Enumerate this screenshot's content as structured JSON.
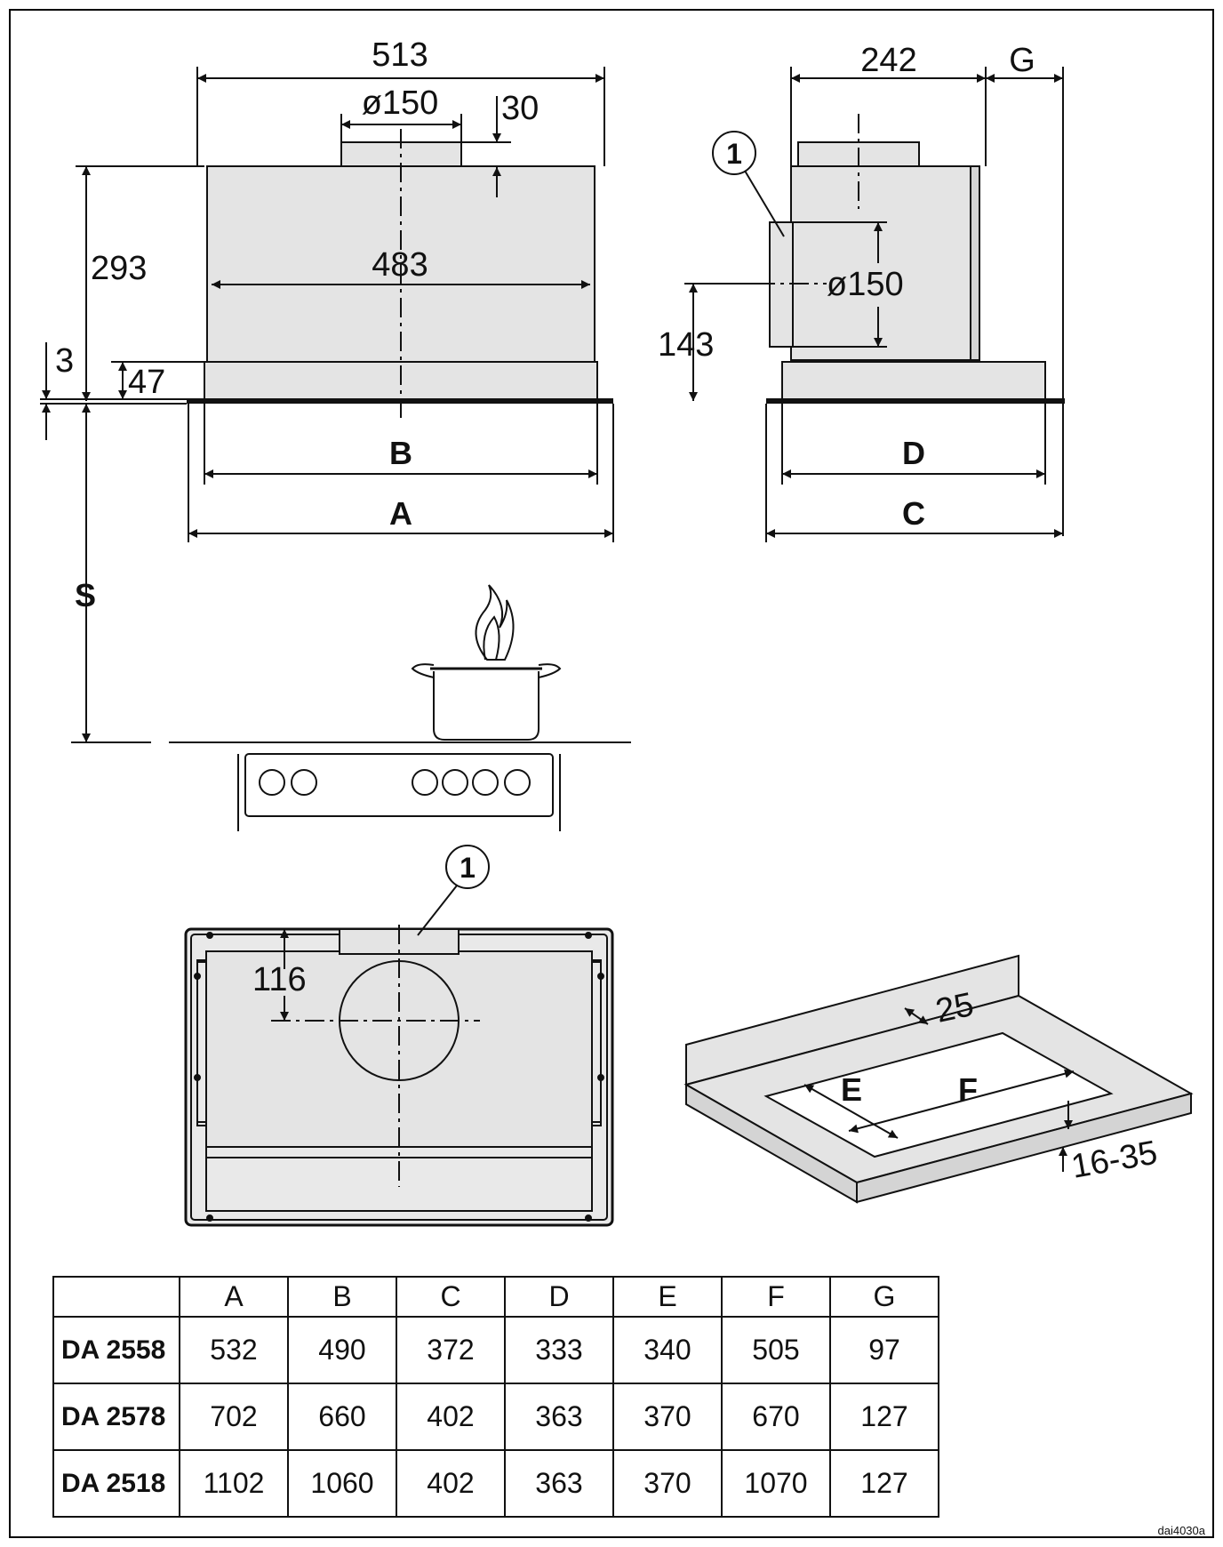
{
  "front_view": {
    "width_label": "513",
    "duct_diameter_label": "ø150",
    "duct_height_label": "30",
    "height_label": "293",
    "inner_width_label": "483",
    "trim_label": "3",
    "lower_part_label": "47",
    "letter_b": "B",
    "letter_a": "A",
    "letter_s": "S"
  },
  "side_view": {
    "depth_label": "242",
    "letter_g": "G",
    "callout_1": "1",
    "duct_diameter_label": "ø150",
    "height_label": "143",
    "letter_d": "D",
    "letter_c": "C"
  },
  "top_view": {
    "callout_1": "1",
    "offset_label": "116"
  },
  "cutout_view": {
    "margin_label": "25",
    "letter_e": "E",
    "letter_f": "F",
    "thickness_label": "16-35"
  },
  "table": {
    "columns": [
      "",
      "A",
      "B",
      "C",
      "D",
      "E",
      "F",
      "G"
    ],
    "rows": [
      {
        "model": "DA 2558",
        "values": [
          "532",
          "490",
          "372",
          "333",
          "340",
          "505",
          "97"
        ]
      },
      {
        "model": "DA 2578",
        "values": [
          "702",
          "660",
          "402",
          "363",
          "370",
          "670",
          "127"
        ]
      },
      {
        "model": "DA 2518",
        "values": [
          "1102",
          "1060",
          "402",
          "363",
          "370",
          "1070",
          "127"
        ]
      }
    ]
  },
  "footer_code": "dai4030a"
}
